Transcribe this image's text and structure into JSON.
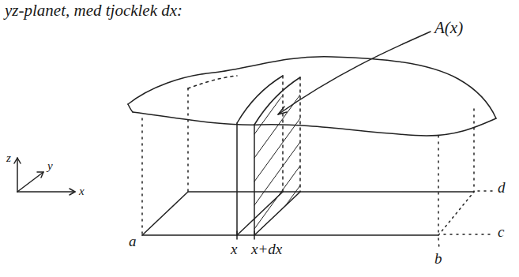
{
  "diagram": {
    "labels": [
      "yz-planet, med tjocklek dx:",
      "A(x)",
      "z",
      "y",
      "x",
      "a",
      "x",
      "x+dx",
      "b",
      "c",
      "d"
    ]
  }
}
